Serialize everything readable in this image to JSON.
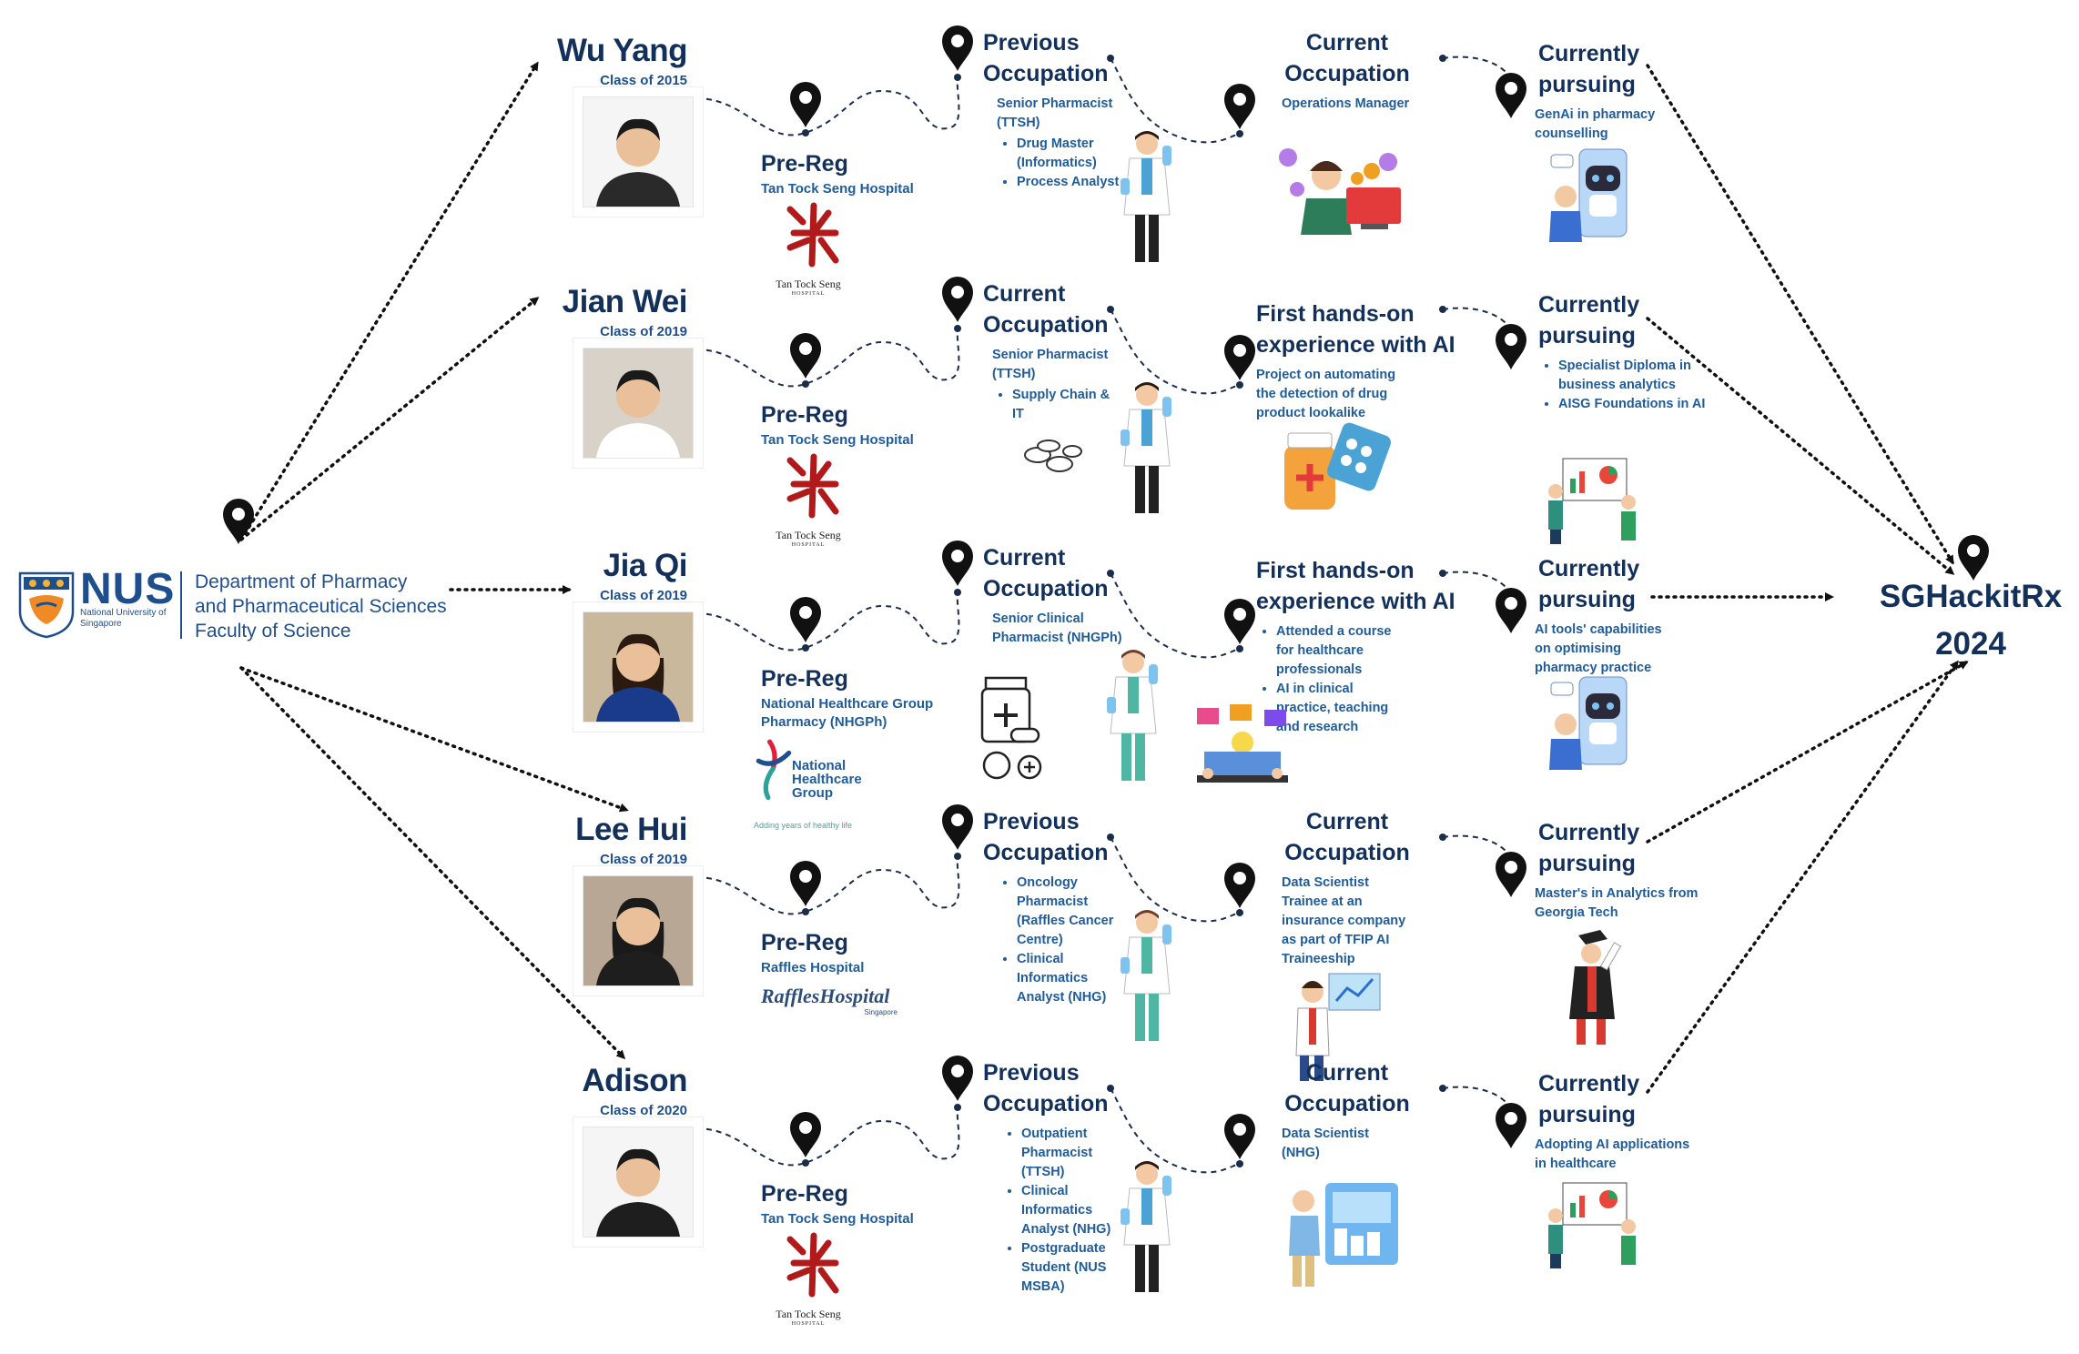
{
  "origin": {
    "logo_word": "NUS",
    "logo_sub": "National University of Singapore",
    "department_line1": "Department of Pharmacy",
    "department_line2": "and Pharmaceutical Sciences",
    "department_line3": "Faculty of Science"
  },
  "final": {
    "line1": "SGHackitRx",
    "line2": "2024"
  },
  "people": [
    {
      "name": "Wu Yang",
      "class": "Class of 2015",
      "prereg": {
        "title": "Pre-Reg",
        "place": "Tan Tock Seng Hospital",
        "logo": "ttsh-logo"
      },
      "stage2": {
        "title1": "Previous",
        "title2": "Occupation",
        "lines": [
          "Senior Pharmacist",
          "(TTSH)"
        ],
        "bullets": [
          "Drug Master (Informatics)",
          "Process Analyst"
        ]
      },
      "stage3": {
        "title1": "Current",
        "title2": "Occupation",
        "lines": [
          "Operations Manager"
        ],
        "bullets": []
      },
      "stage4": {
        "title1": "Currently",
        "title2": "pursuing",
        "lines": [
          "GenAi in pharmacy",
          "counselling"
        ],
        "bullets": []
      }
    },
    {
      "name": "Jian Wei",
      "class": "Class of 2019",
      "prereg": {
        "title": "Pre-Reg",
        "place": "Tan Tock Seng Hospital",
        "logo": "ttsh-logo"
      },
      "stage2": {
        "title1": "Current",
        "title2": "Occupation",
        "lines": [
          "Senior Pharmacist",
          "(TTSH)"
        ],
        "bullets": [
          "Supply Chain & IT"
        ]
      },
      "stage3": {
        "title1": "First hands-on",
        "title2": "experience with AI",
        "lines": [
          "Project on automating",
          "the detection of drug",
          "product lookalike"
        ],
        "bullets": []
      },
      "stage4": {
        "title1": "Currently",
        "title2": "pursuing",
        "lines": [],
        "bullets": [
          "Specialist Diploma in business analytics",
          "AISG Foundations in AI"
        ]
      }
    },
    {
      "name": "Jia Qi",
      "class": "Class of 2019",
      "prereg": {
        "title": "Pre-Reg",
        "place": "National Healthcare Group Pharmacy (NHGPh)",
        "logo": "nhg-logo"
      },
      "stage2": {
        "title1": "Current",
        "title2": "Occupation",
        "lines": [
          "Senior Clinical",
          "Pharmacist (NHGPh)"
        ],
        "bullets": []
      },
      "stage3": {
        "title1": "First hands-on",
        "title2": "experience with AI",
        "lines": [],
        "bullets": [
          "Attended a course for healthcare professionals",
          "AI in clinical practice, teaching and research"
        ]
      },
      "stage4": {
        "title1": "Currently",
        "title2": "pursuing",
        "lines": [
          "AI tools' capabilities",
          "on optimising",
          "pharmacy practice"
        ],
        "bullets": []
      }
    },
    {
      "name": "Lee Hui",
      "class": "Class of 2019",
      "prereg": {
        "title": "Pre-Reg",
        "place": "Raffles Hospital",
        "logo": "raffles-logo"
      },
      "stage2": {
        "title1": "Previous",
        "title2": "Occupation",
        "lines": [],
        "bullets": [
          "Oncology Pharmacist (Raffles Cancer Centre)",
          "Clinical Informatics Analyst (NHG)"
        ]
      },
      "stage3": {
        "title1": "Current",
        "title2": "Occupation",
        "lines": [
          "Data Scientist",
          "Trainee at an",
          "insurance company",
          "as part of TFIP AI",
          "Traineeship"
        ],
        "bullets": []
      },
      "stage4": {
        "title1": "Currently",
        "title2": "pursuing",
        "lines": [
          "Master's in Analytics from",
          "Georgia Tech"
        ],
        "bullets": []
      }
    },
    {
      "name": "Adison",
      "class": "Class of 2020",
      "prereg": {
        "title": "Pre-Reg",
        "place": "Tan Tock Seng Hospital",
        "logo": "ttsh-logo"
      },
      "stage2": {
        "title1": "Previous",
        "title2": "Occupation",
        "lines": [],
        "bullets": [
          "Outpatient Pharmacist (TTSH)",
          "Clinical Informatics Analyst (NHG)",
          "Postgraduate Student (NUS MSBA)"
        ]
      },
      "stage3": {
        "title1": "Current",
        "title2": "Occupation",
        "lines": [
          "Data Scientist",
          "(NHG)"
        ],
        "bullets": []
      },
      "stage4": {
        "title1": "Currently",
        "title2": "pursuing",
        "lines": [
          "Adopting AI applications",
          "in healthcare"
        ],
        "bullets": []
      }
    }
  ],
  "logo_text": {
    "ttsh_name": "Tan Tock Seng",
    "ttsh_sub": "HOSPITAL",
    "nhg_line1": "National",
    "nhg_line2": "Healthcare",
    "nhg_line3": "Group",
    "nhg_tagline": "Adding years of healthy life",
    "raffles_word": "RafflesHospital",
    "raffles_sub": "Singapore"
  },
  "colors": {
    "primary": "#13305b",
    "accent": "#1f5c99",
    "pin": "#111111"
  }
}
